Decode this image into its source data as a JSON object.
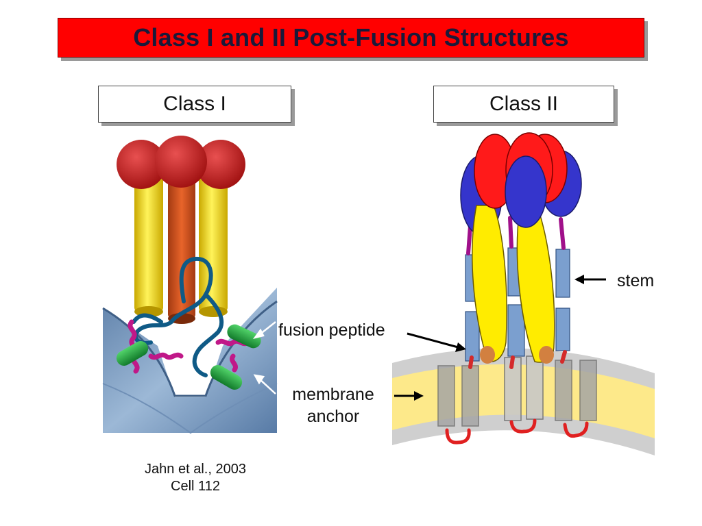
{
  "slide": {
    "title": "Class I and II Post-Fusion Structures",
    "class_labels": [
      "Class I",
      "Class II"
    ],
    "annotations": {
      "stem": "stem",
      "fusion_peptide": "fusion peptide",
      "membrane_line1": "membrane",
      "membrane_line2": "anchor"
    },
    "citation": {
      "line1": "Jahn et al., 2003",
      "line2": "Cell 112"
    }
  },
  "colors": {
    "title_bg": "#ff0000",
    "helix_yellow": "#ffe400",
    "head_red": "#cc1a1a",
    "domain_blue": "#3333cc",
    "stem_blue": "#7b9fcf",
    "membrane_yellow": "#fde98a",
    "membrane_gray": "#cfcfcf",
    "peptide_green": "#1f9a3a",
    "linker_magenta": "#c01888"
  },
  "icons": [
    "arrow-left-icon",
    "arrow-right-icon"
  ]
}
